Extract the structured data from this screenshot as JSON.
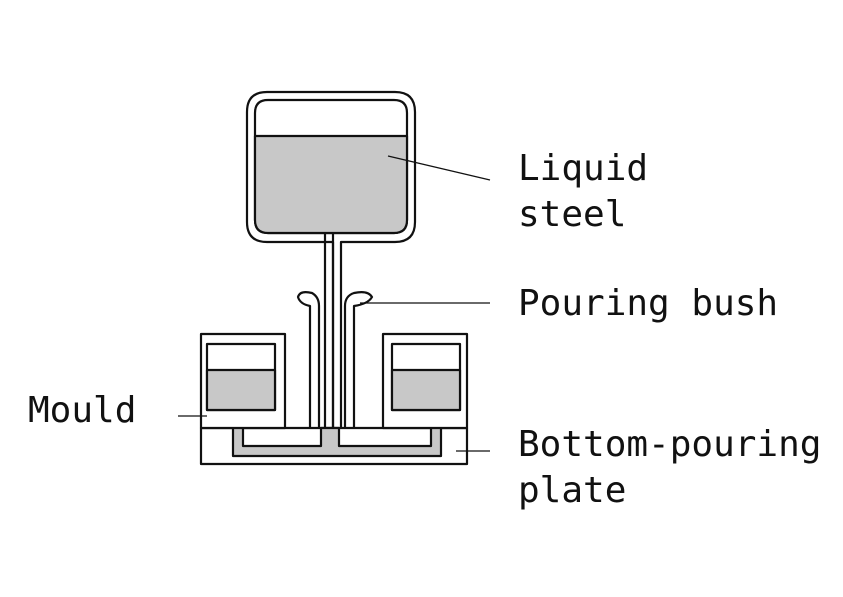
{
  "labels": {
    "liquid_steel": [
      "Liquid",
      "steel"
    ],
    "pouring_bush": "Pouring bush",
    "mould": "Mould",
    "bottom_plate": [
      "Bottom-pouring",
      "plate"
    ]
  },
  "colors": {
    "stroke": "#111111",
    "steel_fill": "#c8c8c8",
    "background": "#ffffff"
  }
}
